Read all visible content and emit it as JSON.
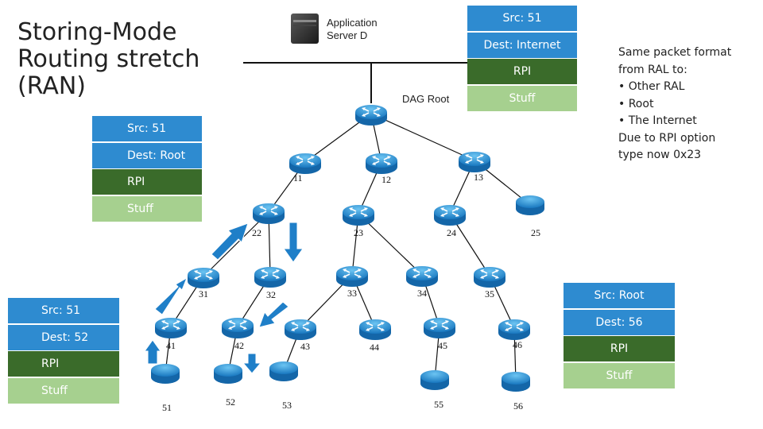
{
  "title": {
    "lines": [
      "Storing-Mode",
      "Routing stretch",
      "(RAN)"
    ]
  },
  "server": {
    "label_line1": "Application",
    "label_line2": "Server D"
  },
  "dag_root_label": "DAG Root",
  "note": {
    "lines": [
      "Same packet format",
      "from RAL to:",
      "•  Other RAL",
      "•  Root",
      "•  The Internet",
      "Due to RPI option",
      "type now 0x23"
    ]
  },
  "packets": {
    "left_upper": {
      "src": "Src: 51",
      "dest": "Dest: Root",
      "rpi": "RPI",
      "stuff": "Stuff"
    },
    "top_right": {
      "src": "Src: 51",
      "dest": "Dest: Internet",
      "rpi": "RPI",
      "stuff": "Stuff"
    },
    "left_lower": {
      "src": "Src: 51",
      "dest": "Dest: 52",
      "rpi": "RPI",
      "stuff": "Stuff"
    },
    "right_lower": {
      "src": "Src: Root",
      "dest": "Dest: 56",
      "rpi": "RPI",
      "stuff": "Stuff"
    }
  },
  "nodes": {
    "n11": "11",
    "n12": "12",
    "n13": "13",
    "n22": "22",
    "n23": "23",
    "n24": "24",
    "n25": "25",
    "n31": "31",
    "n32": "32",
    "n33": "33",
    "n34": "34",
    "n35": "35",
    "n41": "41",
    "n42": "42",
    "n43": "43",
    "n44": "44",
    "n45": "45",
    "n46": "46",
    "n51": "51",
    "n52": "52",
    "n53": "53",
    "n55": "55",
    "n56": "56"
  },
  "colors": {
    "router": "#1f8fd6",
    "packet_header": "#2e8bd0",
    "rpi": "#3a6b2a",
    "stuff": "#a6d08f",
    "arrow": "#1f7fc8"
  }
}
